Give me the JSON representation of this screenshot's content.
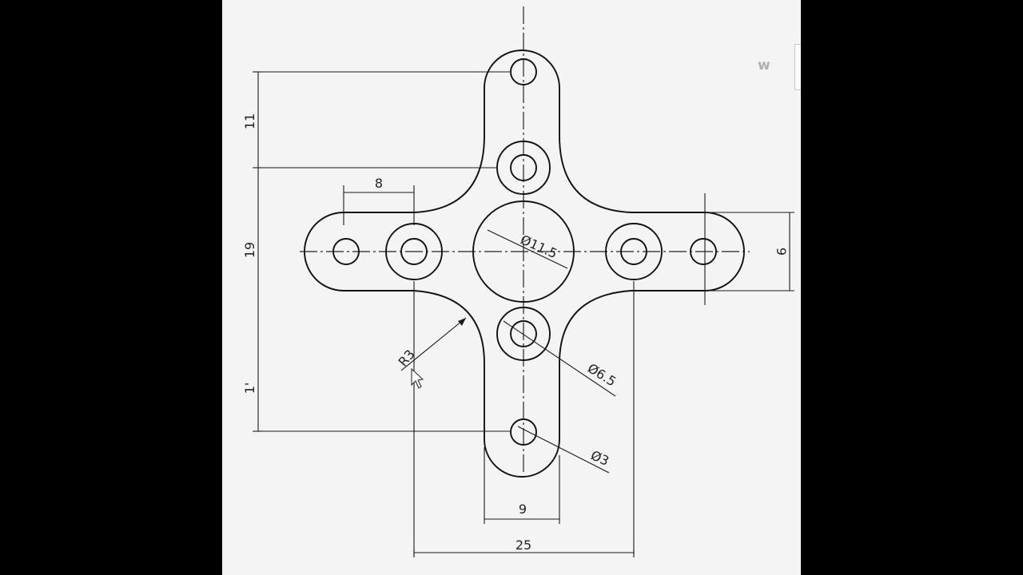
{
  "drawing": {
    "dimensions": {
      "top_arm_offset": "11",
      "left_arm_hole_spacing": "8",
      "mid_span": "19",
      "lower_span": "1'",
      "arm_width_right": "9",
      "center_bore": "Ø11.5",
      "boss_diameter": "Ø6.5",
      "hole_diameter": "Ø3",
      "fillet_radius": "R3",
      "arm_width_bottom": "9",
      "hole_span": "25"
    }
  },
  "side_panel": {
    "label": "w"
  },
  "colors": {
    "background": "#f4f4f4",
    "outer": "#000000",
    "line": "#1a1a1a"
  }
}
